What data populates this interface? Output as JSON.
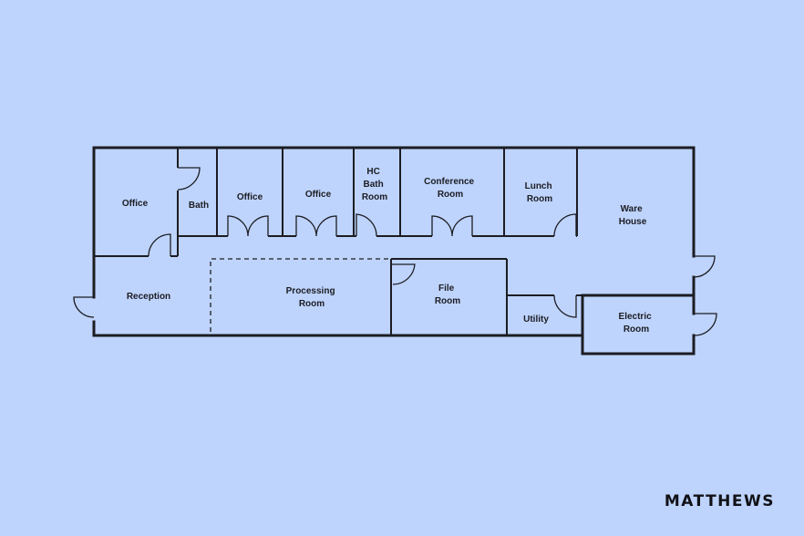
{
  "brand": "MATTHEWS",
  "rooms": {
    "office_1": [
      "Office"
    ],
    "bath": [
      "Bath"
    ],
    "office_2": [
      "Office"
    ],
    "office_3": [
      "Office"
    ],
    "hc_bath_room": [
      "HC",
      "Bath",
      "Room"
    ],
    "conference_room": [
      "Conference",
      "Room"
    ],
    "lunch_room": [
      "Lunch",
      "Room"
    ],
    "warehouse": [
      "Ware",
      "House"
    ],
    "reception": [
      "Reception"
    ],
    "processing_room": [
      "Processing",
      "Room"
    ],
    "file_room": [
      "File",
      "Room"
    ],
    "utility": [
      "Utility"
    ],
    "electric_room": [
      "Electric",
      "Room"
    ]
  },
  "colors": {
    "background": "#bed4fd",
    "lines": "#1c1c22"
  }
}
